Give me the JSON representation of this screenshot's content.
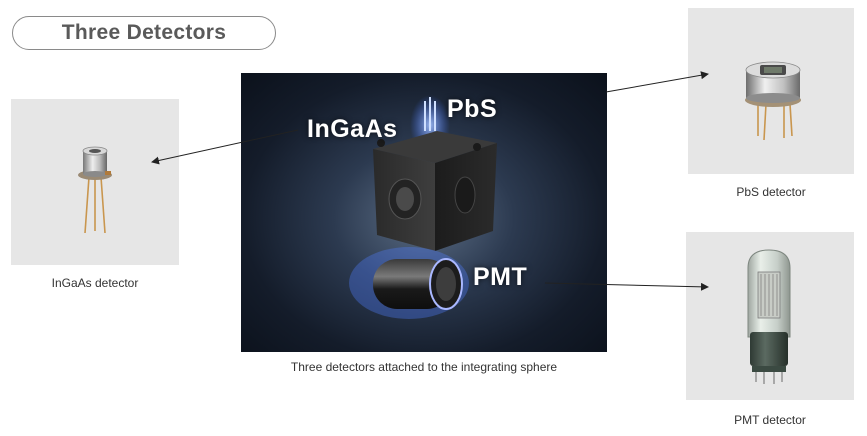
{
  "title": "Three Detectors",
  "main_photo": {
    "caption": "Three detectors attached to the integrating sphere",
    "labels": {
      "ingaas": "InGaAs",
      "pbs": "PbS",
      "pmt": "PMT"
    }
  },
  "detectors": {
    "ingaas": {
      "caption": "InGaAs detector"
    },
    "pbs": {
      "caption": "PbS detector"
    },
    "pmt": {
      "caption": "PMT detector"
    }
  }
}
